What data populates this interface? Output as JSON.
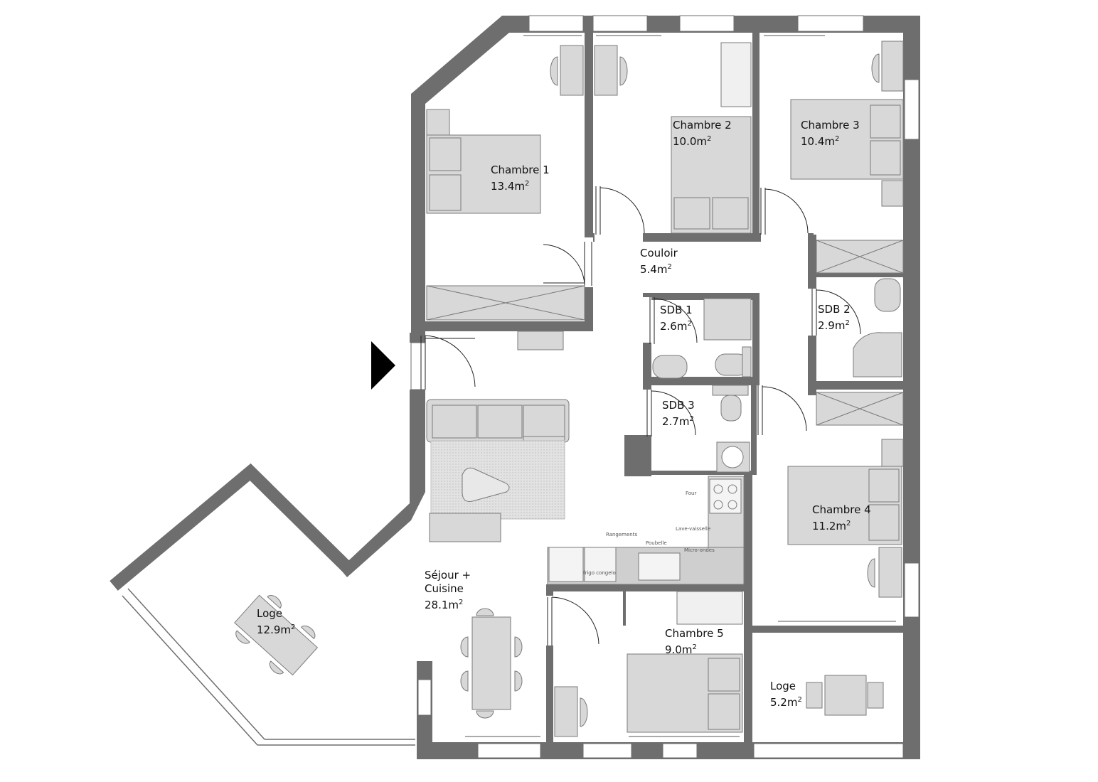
{
  "colors": {
    "wall": "#6e6e6e",
    "furniture": "#d8d8d8",
    "furniture_stroke": "#7a7a7a",
    "background": "#ffffff",
    "entrance_marker": "#000000"
  },
  "rooms": [
    {
      "id": "chambre-1",
      "name": "Chambre 1",
      "area": "13.4m",
      "unit_exp": "2"
    },
    {
      "id": "chambre-2",
      "name": "Chambre 2",
      "area": "10.0m",
      "unit_exp": "2"
    },
    {
      "id": "chambre-3",
      "name": "Chambre 3",
      "area": "10.4m",
      "unit_exp": "2"
    },
    {
      "id": "couloir",
      "name": "Couloir",
      "area": "5.4m",
      "unit_exp": "2"
    },
    {
      "id": "sdb-1",
      "name": "SDB 1",
      "area": "2.6m",
      "unit_exp": "2"
    },
    {
      "id": "sdb-2",
      "name": "SDB 2",
      "area": "2.9m",
      "unit_exp": "2"
    },
    {
      "id": "sdb-3",
      "name": "SDB 3",
      "area": "2.7m",
      "unit_exp": "2"
    },
    {
      "id": "chambre-4",
      "name": "Chambre 4",
      "area": "11.2m",
      "unit_exp": "2"
    },
    {
      "id": "sejour-cuisine",
      "name": "Séjour +",
      "name2": "Cuisine",
      "area": "28.1m",
      "unit_exp": "2"
    },
    {
      "id": "loge-1",
      "name": "Loge",
      "area": "12.9m",
      "unit_exp": "2"
    },
    {
      "id": "chambre-5",
      "name": "Chambre 5",
      "area": "9.0m",
      "unit_exp": "2"
    },
    {
      "id": "loge-2",
      "name": "Loge",
      "area": "5.2m",
      "unit_exp": "2"
    }
  ],
  "kitchen_labels": {
    "frigo_congelo": "frigo congelo",
    "poubelle": "Poubelle",
    "micro_ondes": "Micro-ondes",
    "lave_vaisselle": "Lave-vaisselle",
    "four": "Four",
    "rangements": "Rangements"
  }
}
